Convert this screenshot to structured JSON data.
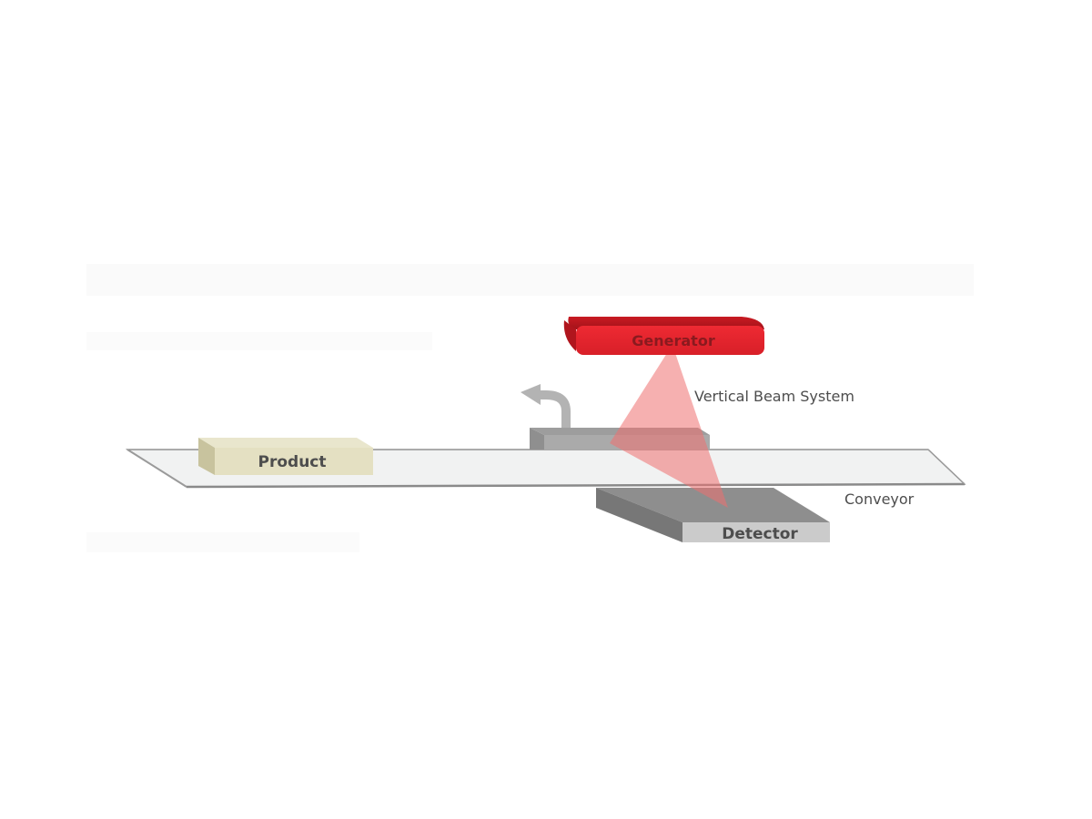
{
  "labels": {
    "generator": "Generator",
    "beam_system": "Vertical Beam System",
    "product": "Product",
    "conveyor": "Conveyor",
    "detector": "Detector"
  },
  "colors": {
    "background": "#ffffff",
    "generator_red": "#e01f2a",
    "beam_pink": "#f08a8a",
    "product_tan": "#e4e0c2",
    "conveyor_white": "#f1f2f2",
    "conveyor_edge": "#7d7d7d",
    "detector_gray": "#cbcbcb",
    "label_gray": "#4d4d4d"
  },
  "icons": {
    "reject_arrow": "curved-up-left-arrow"
  }
}
